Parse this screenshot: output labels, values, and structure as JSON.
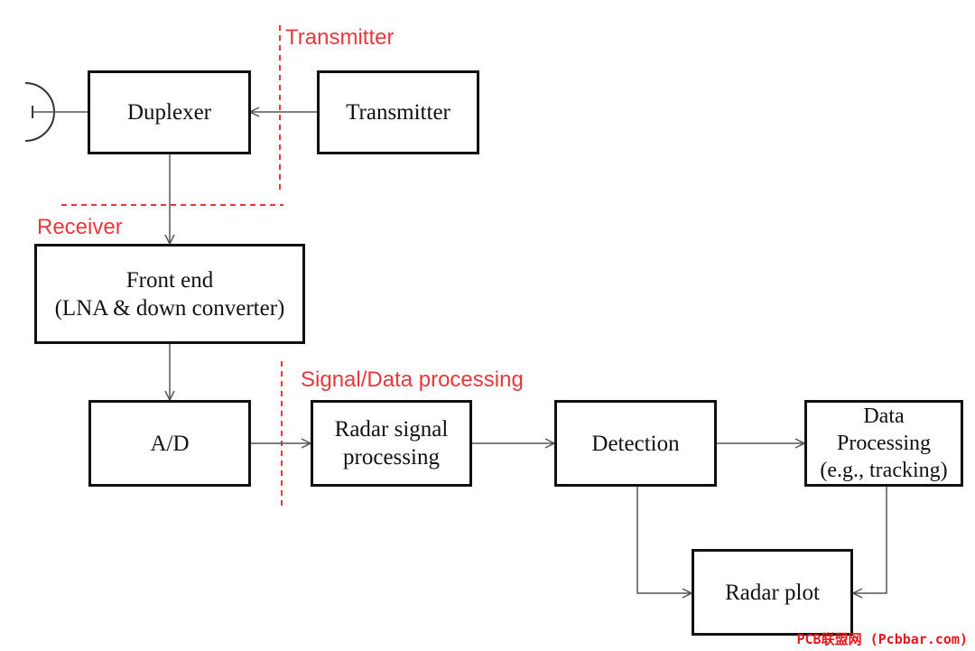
{
  "diagram": {
    "regions": {
      "transmitter": "Transmitter",
      "receiver": "Receiver",
      "signal_data": "Signal/Data processing"
    },
    "blocks": {
      "duplexer": [
        "Duplexer"
      ],
      "transmitter": [
        "Transmitter"
      ],
      "front_end": [
        "Front end",
        "(LNA & down converter)"
      ],
      "ad": [
        "A/D"
      ],
      "radar_signal_processing": [
        "Radar signal",
        "processing"
      ],
      "detection": [
        "Detection"
      ],
      "data_processing": [
        "Data",
        "Processing",
        "(e.g., tracking)"
      ],
      "radar_plot": [
        "Radar plot"
      ]
    },
    "colors": {
      "boundary": "#e8383d",
      "block_border": "#111111",
      "arrow": "#555555"
    }
  },
  "watermark": "PCB联盟网 (Pcbbar.com)"
}
